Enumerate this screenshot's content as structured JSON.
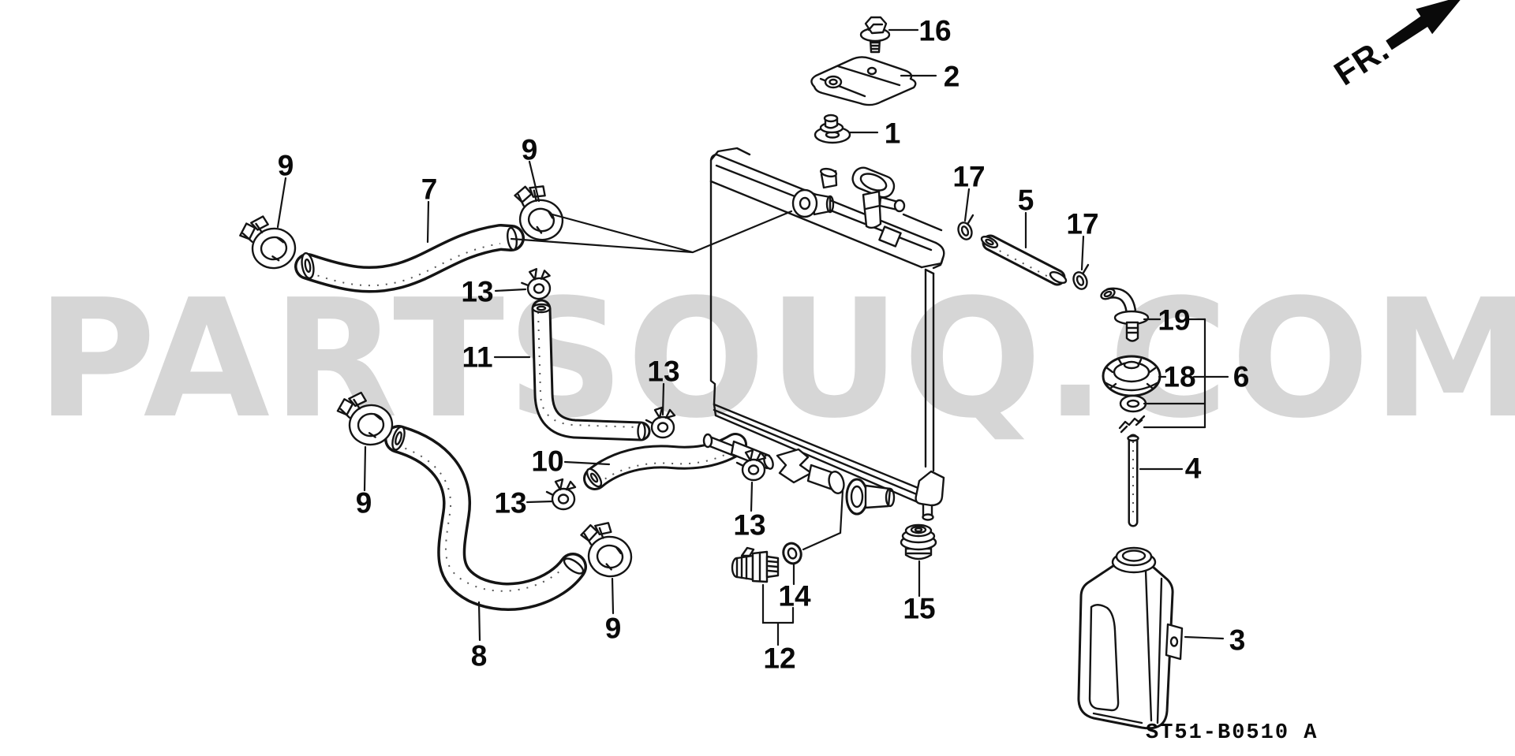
{
  "diagram": {
    "watermark_text": "PARTSOUQ.COM",
    "direction_label": "FR.",
    "drawing_code": "ST51-B0510 A",
    "callouts": [
      {
        "ref": "16"
      },
      {
        "ref": "2"
      },
      {
        "ref": "1"
      },
      {
        "ref": "17"
      },
      {
        "ref": "5"
      },
      {
        "ref": "17"
      },
      {
        "ref": "19"
      },
      {
        "ref": "18"
      },
      {
        "ref": "6"
      },
      {
        "ref": "4"
      },
      {
        "ref": "3"
      },
      {
        "ref": "9"
      },
      {
        "ref": "7"
      },
      {
        "ref": "9"
      },
      {
        "ref": "13"
      },
      {
        "ref": "11"
      },
      {
        "ref": "13"
      },
      {
        "ref": "9"
      },
      {
        "ref": "10"
      },
      {
        "ref": "13"
      },
      {
        "ref": "8"
      },
      {
        "ref": "9"
      },
      {
        "ref": "13"
      },
      {
        "ref": "12"
      },
      {
        "ref": "14"
      },
      {
        "ref": "15"
      }
    ]
  }
}
